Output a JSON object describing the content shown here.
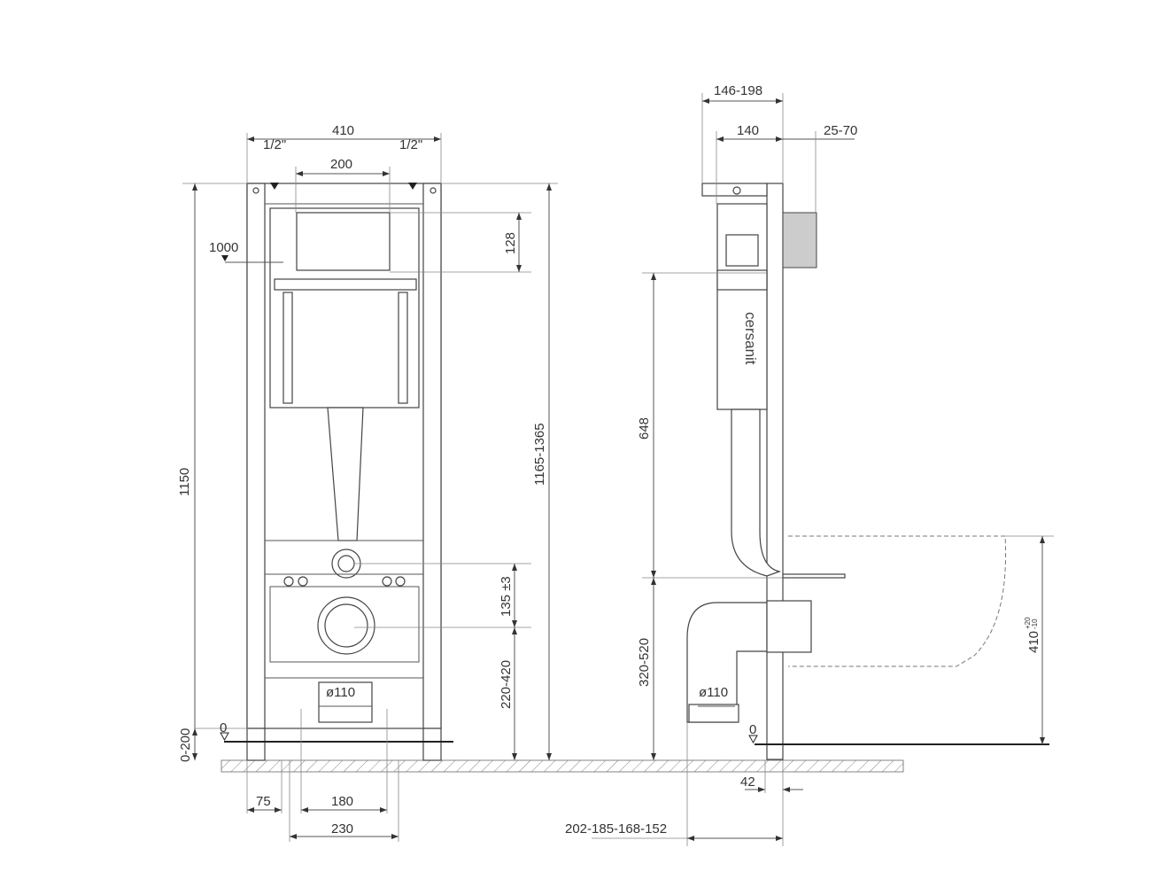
{
  "front_view": {
    "width_total": "410",
    "water_inlet_left": "1/2\"",
    "water_inlet_right": "1/2\"",
    "plate_width": "200",
    "height_marker": "1000",
    "plate_height": "128",
    "frame_height": "1150",
    "adjust_height": "1165-1365",
    "outlet_offset": "135 ±3",
    "outlet_height": "220-420",
    "pipe_diameter": "ø110",
    "zero_level": "0",
    "floor_range": "0-200",
    "foot_width": "75",
    "bolt_spacing": "180",
    "leg_spacing": "230"
  },
  "side_view": {
    "depth_total": "146-198",
    "depth_frame": "140",
    "wall_gap": "25-70",
    "brand": "cersanit",
    "cistern_height": "648",
    "drain_height": "320-520",
    "pipe_diameter": "ø110",
    "zero_level": "0",
    "wall_offset": "42",
    "outlet_depths": "202-185-168-152",
    "bowl_height": "410",
    "bowl_tol_upper": "+20",
    "bowl_tol_lower": "-10"
  }
}
